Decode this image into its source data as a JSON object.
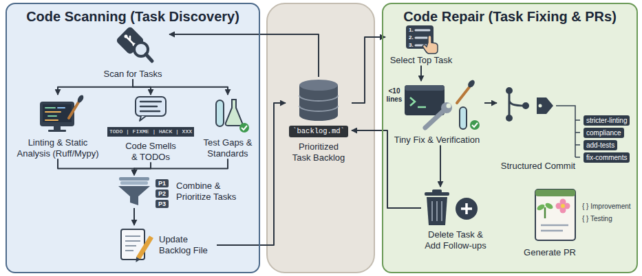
{
  "diagram": {
    "nodes": [
      {
        "text": [
          "Code Scanning (Task Discovery)"
        ]
      },
      {
        "text": [
          "Scan for Tasks"
        ],
        "in": 0
      },
      {
        "text": [
          "Linting & Static Analysis (Ruff/Mypy)"
        ],
        "in": 0
      },
      {
        "text": [
          "TODO | FIXME | HACK | XXX",
          "Code Smells & TODOs"
        ],
        "in": 0
      },
      {
        "text": [
          "Test Gaps & Standards"
        ],
        "in": 0
      },
      {
        "text": [
          "Combine & Prioritize Tasks"
        ],
        "in": 0
      },
      {
        "text": [
          "Update Backlog File"
        ],
        "in": 0
      },
      {
        "text": [
          "`backlog.md`",
          "Prioritized Task Backlog"
        ]
      },
      {
        "text": [
          "Code Repair (Task Fixing & PRs)"
        ]
      },
      {
        "text": [
          "Select Top Task"
        ],
        "in": 8
      },
      {
        "text": [
          "Tiny Fix & Verification"
        ],
        "in": 8
      },
      {
        "text": [
          "Structured Commit"
        ],
        "in": 8
      },
      {
        "text": [
          "Delete Task & Add Follow-ups"
        ],
        "in": 8
      },
      {
        "text": [
          "Generate PR"
        ],
        "in": 8
      }
    ],
    "edges": [
      {
        "from": 7,
        "to": 1,
        "arrow": "to"
      },
      {
        "from": 1,
        "to": 2,
        "arrow": "to"
      },
      {
        "from": 1,
        "to": 3,
        "arrow": "to"
      },
      {
        "from": 1,
        "to": 4,
        "arrow": "to"
      },
      {
        "from": 2,
        "to": 5,
        "arrow": "to"
      },
      {
        "from": 3,
        "to": 5,
        "arrow": "to"
      },
      {
        "from": 4,
        "to": 5,
        "arrow": "to"
      },
      {
        "from": 5,
        "to": 6,
        "arrow": "to"
      },
      {
        "from": 6,
        "to": 7,
        "arrow": "to"
      },
      {
        "from": 7,
        "to": 9,
        "arrow": "to"
      },
      {
        "from": 9,
        "to": 10,
        "arrow": "to"
      },
      {
        "from": 10,
        "to": 11,
        "arrow": "to"
      },
      {
        "from": 10,
        "to": 12,
        "arrow": "to"
      },
      {
        "from": 12,
        "to": 7,
        "arrow": "to"
      }
    ],
    "labels": [
      "P1",
      "P2",
      "P3",
      "1.",
      "2.",
      "3.",
      "<10 lines",
      "stricter-linting",
      "compliance",
      "add-tests",
      "fix-comments",
      "{ } Improvement",
      "{ } Testing"
    ]
  }
}
